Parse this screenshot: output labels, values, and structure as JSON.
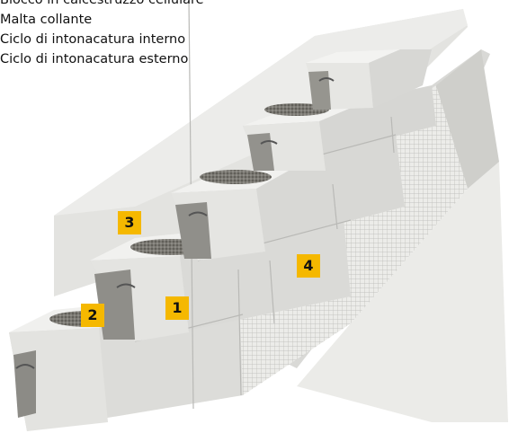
{
  "legend": {
    "items": [
      "Blocco in calcestruzzo cellulare",
      "Malta collante",
      "Ciclo di intonacatura interno",
      "Ciclo di intonacatura esterno"
    ]
  },
  "callouts": [
    {
      "number": "1"
    },
    {
      "number": "2"
    },
    {
      "number": "3"
    },
    {
      "number": "4"
    }
  ],
  "colors": {
    "callout_fill": "#f5b800",
    "block_top": "#f0f0ee",
    "block_front": "#dededb",
    "block_side": "#c7c7c4",
    "mortar": "#6e6c66",
    "mesh": "#e9e9e6"
  }
}
